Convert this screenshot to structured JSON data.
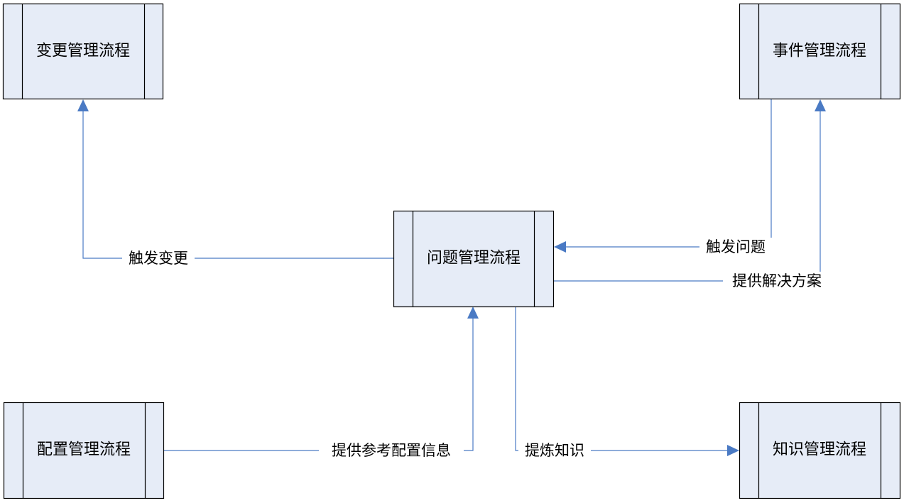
{
  "processes": {
    "change": "变更管理流程",
    "event": "事件管理流程",
    "problem": "问题管理流程",
    "config": "配置管理流程",
    "knowledge": "知识管理流程"
  },
  "flows": {
    "trigger_change": "触发变更",
    "trigger_problem": "触发问题",
    "provide_solution": "提供解决方案",
    "provide_config_info": "提供参考配置信息",
    "extract_knowledge": "提炼知识"
  },
  "colors": {
    "line": "#4a7ac4",
    "box_fill": "#e6ecf7"
  }
}
